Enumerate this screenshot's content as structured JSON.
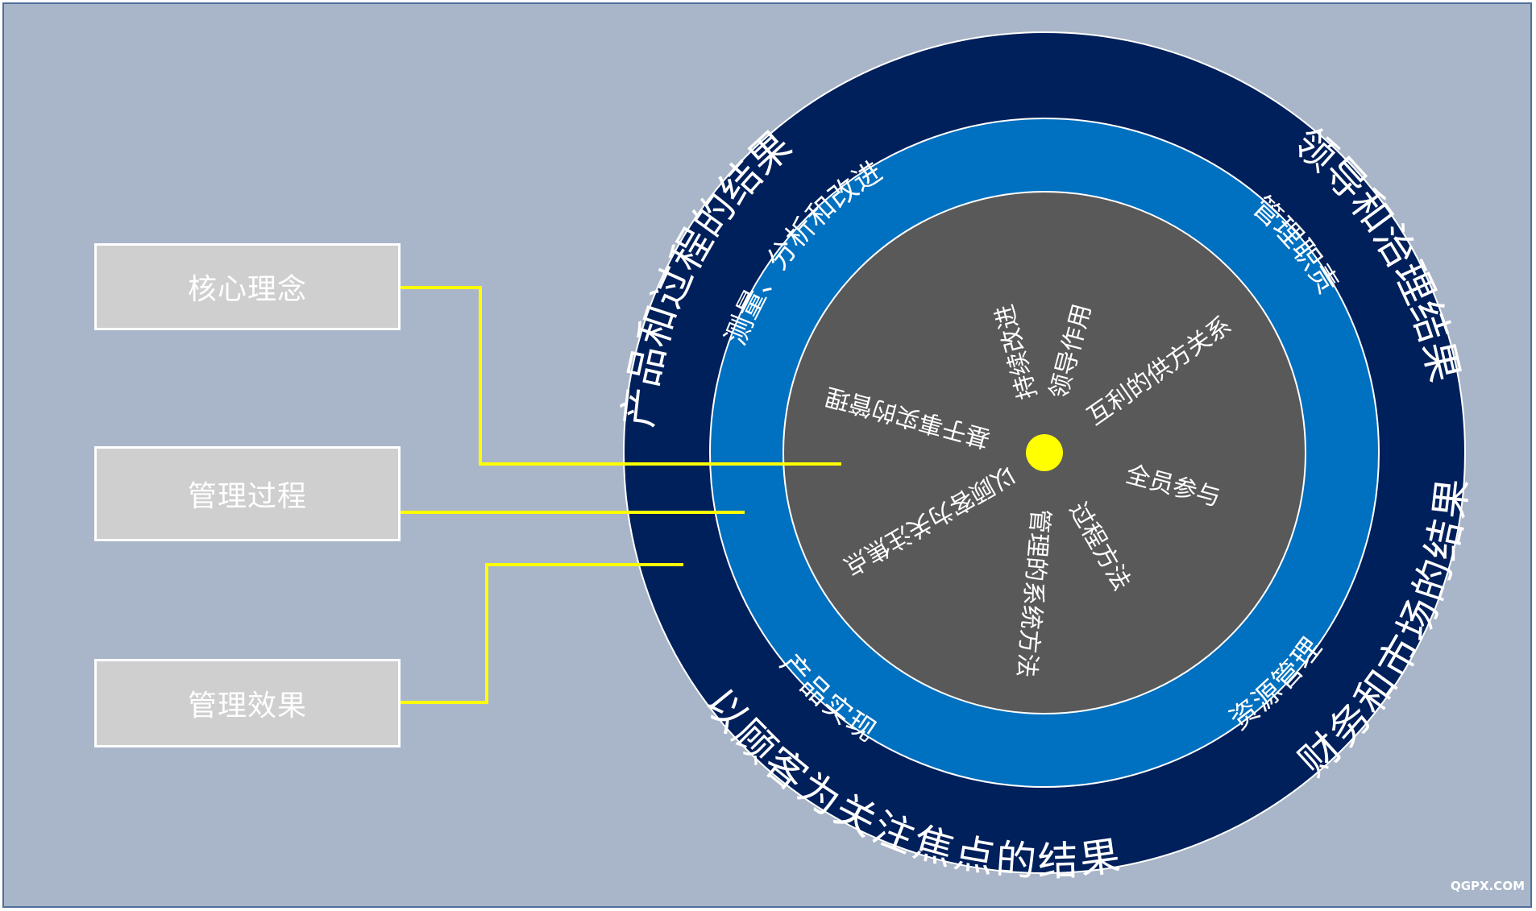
{
  "left_boxes": {
    "core": "核心理念",
    "process": "管理过程",
    "effect": "管理效果"
  },
  "outer_ring": {
    "top_left": "产品和过程的结果",
    "top_right": "领导和治理结果",
    "bottom_left": "以顾客为关注焦点的结果",
    "bottom_right": "财务和市场的结果"
  },
  "middle_ring": {
    "top_left": "测量、分析和改进",
    "top_right": "管理职责",
    "bottom_left": "产品实现",
    "bottom_right": "资源管理"
  },
  "spokes": [
    "持续改进",
    "领导作用",
    "互利的供方关系",
    "全员参与",
    "过程方法",
    "管理的系统方法",
    "以顾客为关注焦点",
    "基于事实的管理"
  ],
  "watermark": "QGPX.COM",
  "colors": {
    "background": "#a9b6c9",
    "outer_ring": "#00205b",
    "middle_ring": "#0070c0",
    "inner_disc": "#595959",
    "center_dot": "#ffff00",
    "connector": "#ffff00",
    "label_box": "#d0cfcf"
  }
}
